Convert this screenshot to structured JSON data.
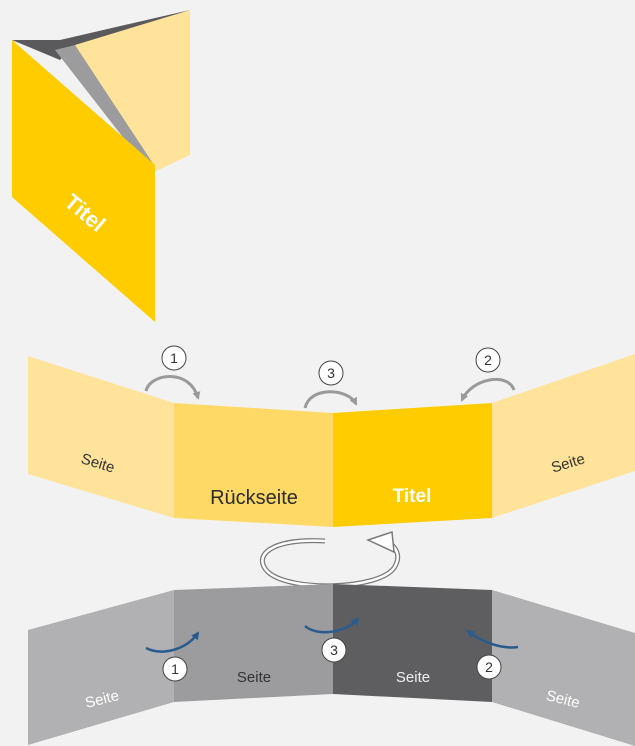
{
  "colors": {
    "background": "#f2f2f2",
    "yellow_main": "#ffcc00",
    "yellow_mid": "#ffd966",
    "yellow_light": "#ffe39a",
    "gray_outer": "#b1b1b3",
    "gray_mid": "#9c9c9f",
    "gray_dark": "#5e5e60",
    "arrow_gray": "#9a9a9a",
    "arrow_blue": "#2a5b8e"
  },
  "brochure": {
    "cover_label": "Titel"
  },
  "outside": {
    "left_label": "Seite",
    "back_label": "Rückseite",
    "title_label": "Titel",
    "right_label": "Seite",
    "steps": [
      "1",
      "3",
      "2"
    ]
  },
  "inside": {
    "labels": [
      "Seite",
      "Seite",
      "Seite",
      "Seite"
    ],
    "steps": [
      "1",
      "3",
      "2"
    ]
  },
  "icons": {
    "flip": "rotate-flip-arrow-icon",
    "fold": "fold-arrow-icon"
  }
}
